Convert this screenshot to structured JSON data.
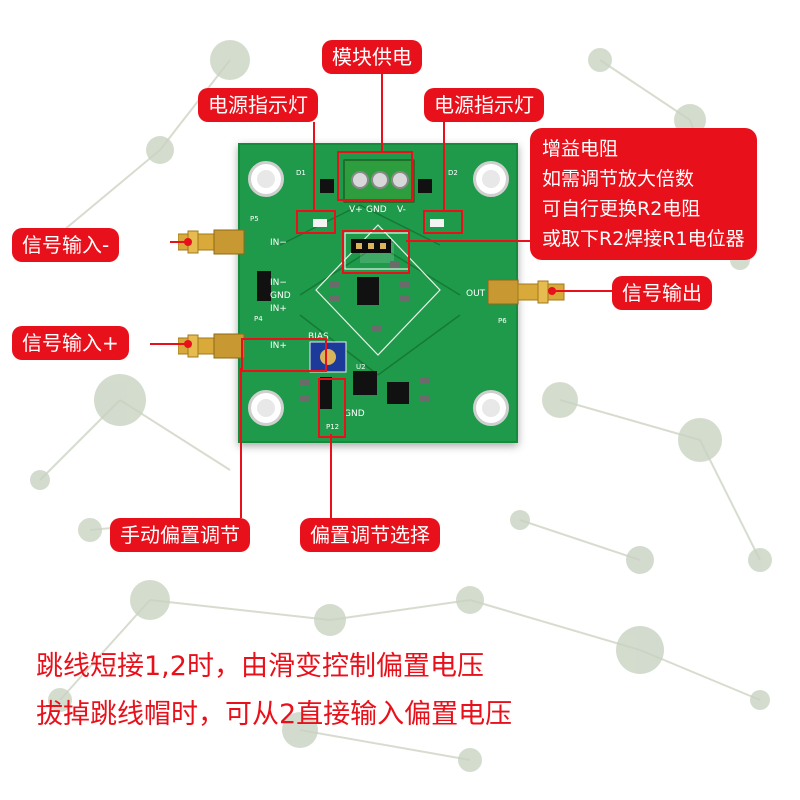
{
  "callouts": {
    "power": "模块供电",
    "led_left": "电源指示灯",
    "led_right": "电源指示灯",
    "gain_lines": [
      "增益电阻",
      "如需调节放大倍数",
      "可自行更换R2电阻",
      "或取下R2焊接R1电位器"
    ],
    "input_minus": "信号输入-",
    "input_plus": "信号输入+",
    "output": "信号输出",
    "manual_bias": "手动偏置调节",
    "bias_select": "偏置调节选择"
  },
  "notes": [
    "跳线短接1,2时，由滑变控制偏置电压",
    "拔掉跳线帽时，可从2直接输入偏置电压"
  ],
  "silkscreen": {
    "vplus": "V+",
    "gnd_top": "GND",
    "vminus": "V-",
    "in_minus_top": "IN−",
    "in_minus": "IN−",
    "gnd_mid": "GND",
    "in_plus_mid": "IN+",
    "in_plus": "IN+",
    "out": "OUT",
    "bias": "BIAS",
    "gnd_bottom": "GND",
    "p5": "P5",
    "p4": "P4",
    "p6": "P6",
    "p12": "P12",
    "d1": "D1",
    "d2": "D2",
    "u2": "U2"
  },
  "colors": {
    "accent": "#e8101a",
    "pcb": "#1f9a4a"
  }
}
